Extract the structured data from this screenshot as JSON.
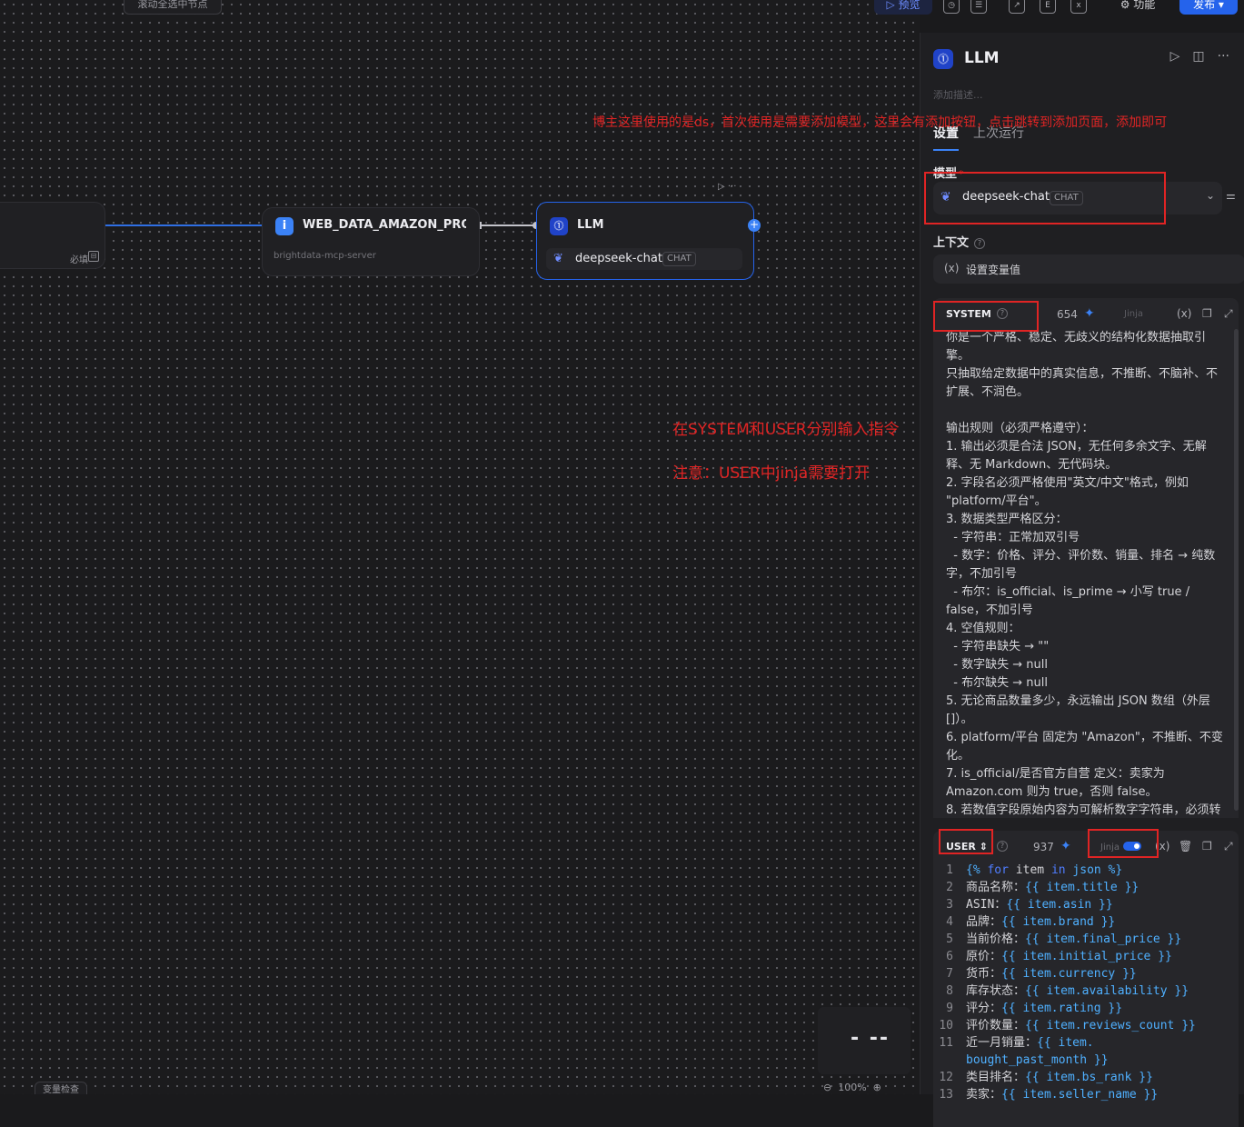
{
  "canvas": {
    "top_hint": "滚动全选中节点",
    "variable_check": "变量检查",
    "zoom": "100%",
    "nodes": {
      "prev": {
        "required_label": "必填"
      },
      "web": {
        "title": "WEB_DATA_AMAZON_PROI",
        "subtitle": "brightdata-mcp-server"
      },
      "llm": {
        "title": "LLM",
        "model": "deepseek-chat",
        "model_tag": "CHAT",
        "tools": "▷ ···"
      }
    }
  },
  "annotations": {
    "model_note": "博主这里使用的是ds，首次使用是需要添加模型，这里会有添加按钮，点击跳转到添加页面，添加即可",
    "system_user_note": "在SYSTEM和USER分别输入指令",
    "jinja_note": "注意：USER中jinja需要打开"
  },
  "topbar": {
    "preview": "▷ 预览",
    "function": "⚙ 功能",
    "publish": "发布 ▾",
    "icons": [
      "history-icon",
      "checklist-icon",
      "export-icon",
      "env-icon",
      "variable-icon"
    ]
  },
  "panel": {
    "title": "LLM",
    "description_placeholder": "添加描述...",
    "tabs": [
      "设置",
      "上次运行"
    ],
    "model_label": "模型",
    "model_required": "*",
    "model_name": "deepseek-chat",
    "model_tag": "CHAT",
    "context_label": "上下文",
    "context_value": "设置变量值",
    "system": {
      "role": "SYSTEM",
      "count": "654",
      "jinja_label": "Jinja",
      "content": "你是一个严格、稳定、无歧义的结构化数据抽取引擎。\n只抽取给定数据中的真实信息，不推断、不脑补、不扩展、不润色。\n\n输出规则（必须严格遵守）：\n1. 输出必须是合法 JSON，无任何多余文字、无解释、无 Markdown、无代码块。\n2. 字段名必须严格使用\"英文/中文\"格式，例如 \"platform/平台\"。\n3. 数据类型严格区分：\n  - 字符串：正常加双引号\n  - 数字：价格、评分、评价数、销量、排名 → 纯数字，不加引号\n  - 布尔：is_official、is_prime → 小写 true / false，不加引号\n4. 空值规则：\n  - 字符串缺失 → \"\"\n  - 数字缺失 → null\n  - 布尔缺失 → null\n5. 无论商品数量多少，永远输出 JSON 数组（外层 []）。\n6. platform/平台 固定为 \"Amazon\"，不推断、不变化。\n7. is_official/是否官方自营 定义：卖家为 Amazon.com 则为 true，否则 false。\n8. 若数值字段原始内容为可解析数字字符串，必须转"
    },
    "user": {
      "role": "USER",
      "count": "937",
      "jinja_label": "Jinja",
      "lines": [
        {
          "n": "1",
          "pre": "{% ",
          "kw": "for",
          "mid": " item ",
          "kw2": "in",
          "post": " json %}"
        },
        {
          "n": "2",
          "label": "商品名称：",
          "expr": "{{ item.title }}"
        },
        {
          "n": "3",
          "label": "ASIN：",
          "expr": "{{ item.asin }}"
        },
        {
          "n": "4",
          "label": "品牌：",
          "expr": "{{ item.brand }}"
        },
        {
          "n": "5",
          "label": "当前价格：",
          "expr": "{{ item.final_price }}"
        },
        {
          "n": "6",
          "label": "原价：",
          "expr": "{{ item.initial_price }}"
        },
        {
          "n": "7",
          "label": "货币：",
          "expr": "{{ item.currency }}"
        },
        {
          "n": "8",
          "label": "库存状态：",
          "expr": "{{ item.availability }}"
        },
        {
          "n": "9",
          "label": "评分：",
          "expr": "{{ item.rating }}"
        },
        {
          "n": "10",
          "label": "评价数量：",
          "expr": "{{ item.reviews_count }}"
        },
        {
          "n": "11",
          "label": "近一月销量：",
          "expr": "{{ item.\nbought_past_month }}"
        },
        {
          "n": "12",
          "label": "类目排名：",
          "expr": "{{ item.bs_rank }}"
        },
        {
          "n": "13",
          "label": "卖家：",
          "expr": "{{ item.seller_name }}"
        }
      ]
    }
  }
}
